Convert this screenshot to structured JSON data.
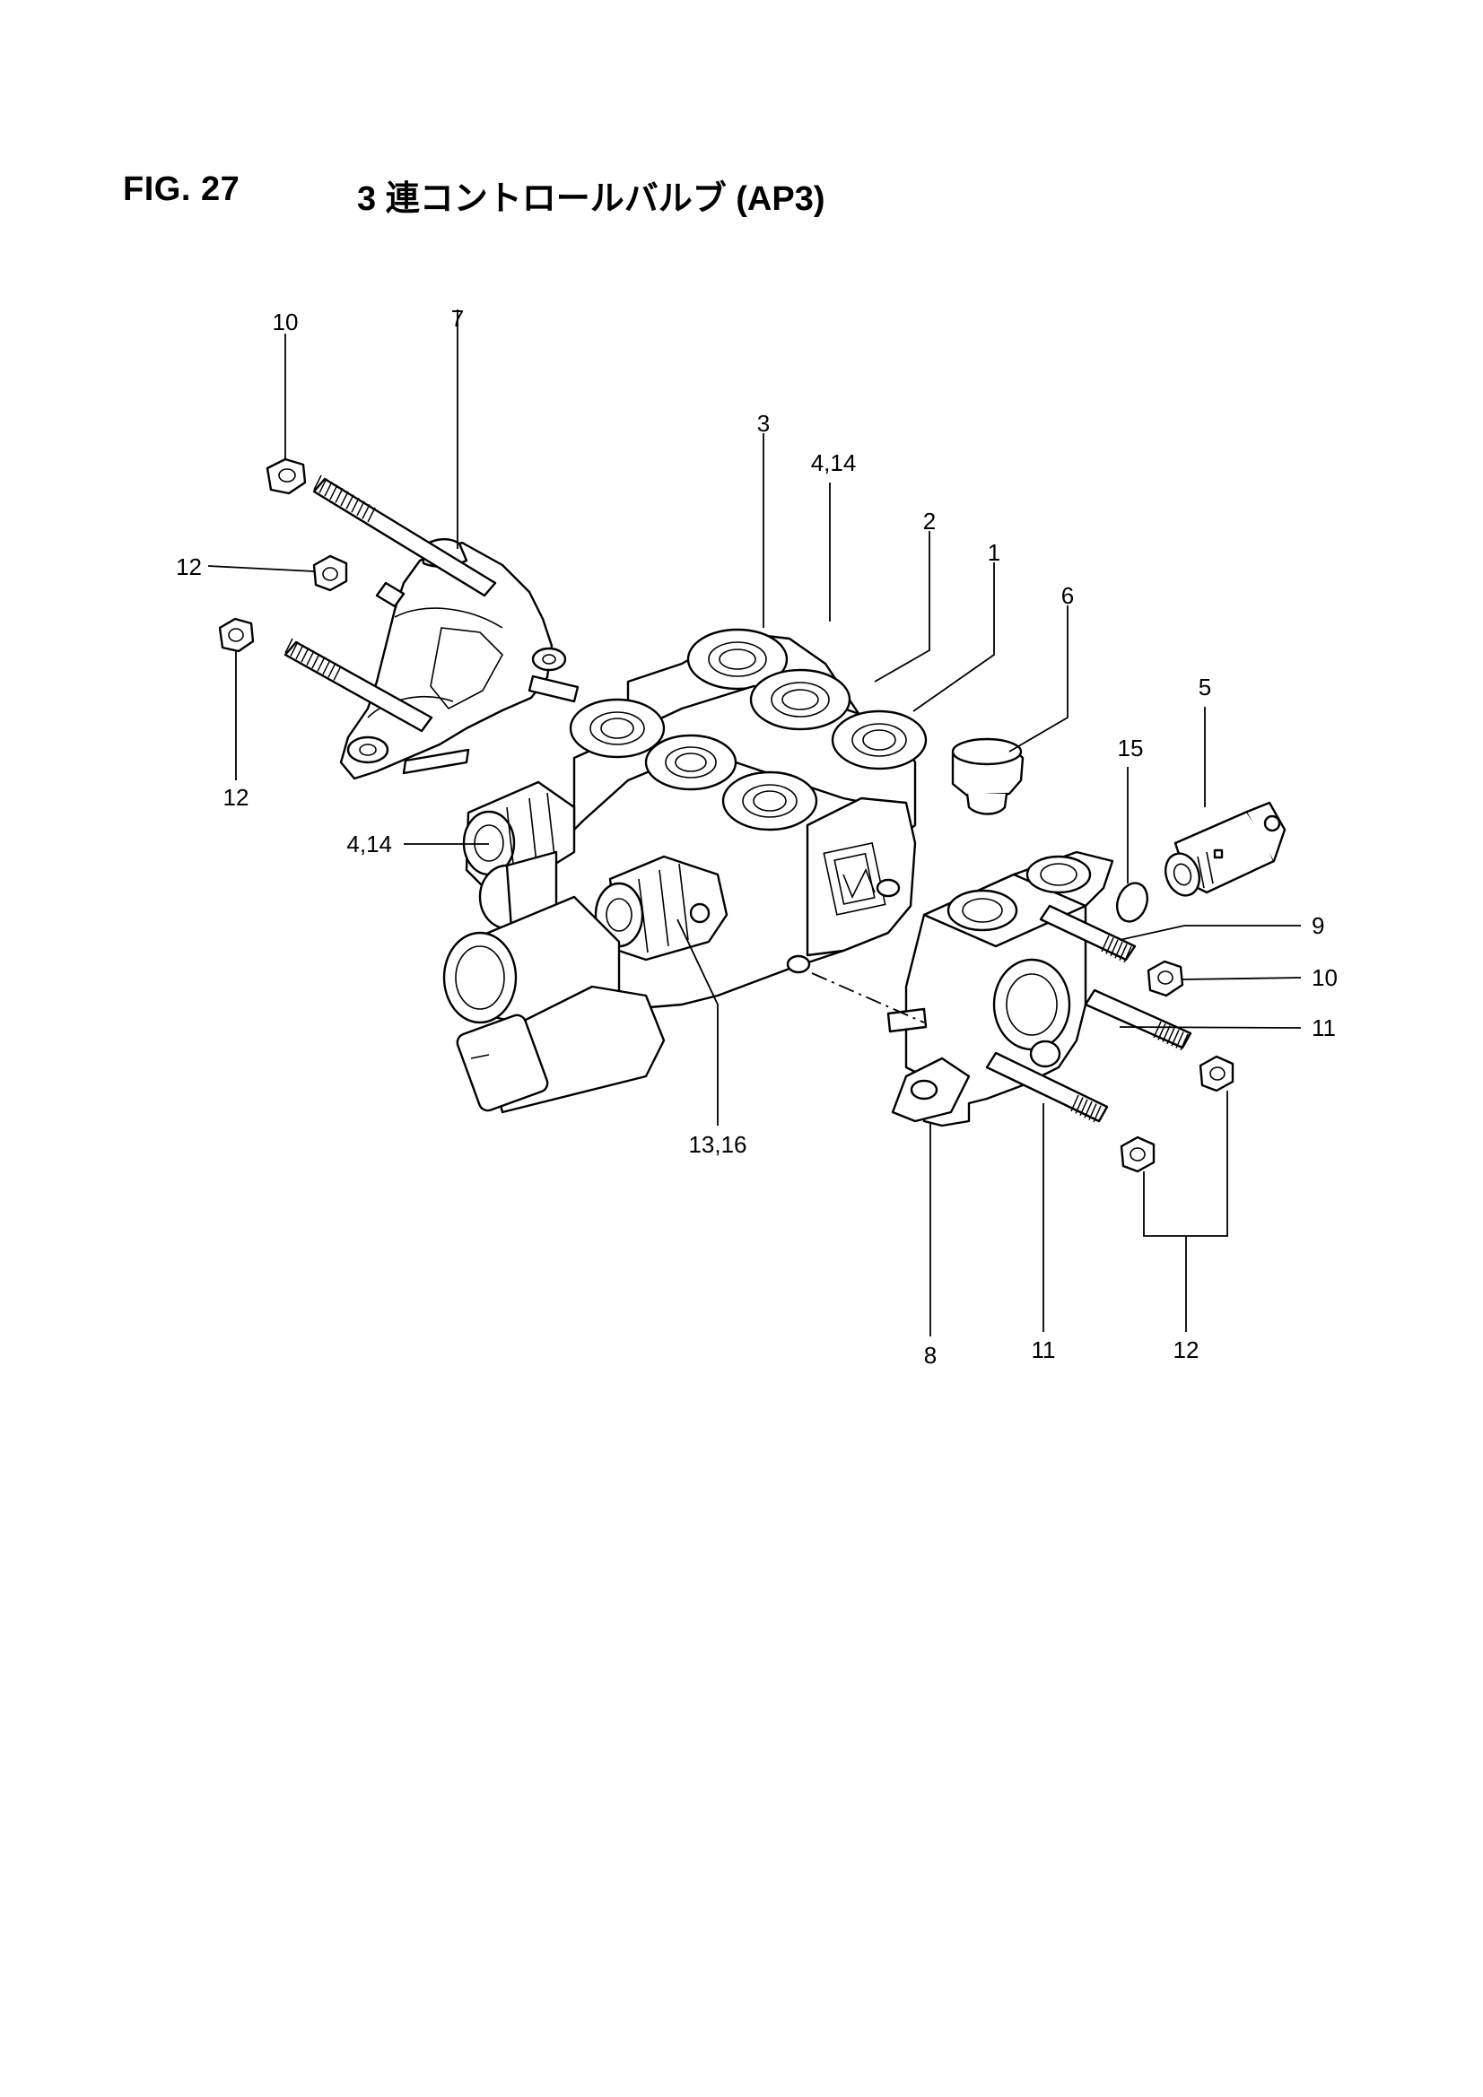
{
  "figure": {
    "number": "FIG. 27",
    "title": "3 連コントロールバルブ (AP3)"
  },
  "callouts": [
    {
      "id": "c10a",
      "text": "10"
    },
    {
      "id": "c7",
      "text": "7"
    },
    {
      "id": "c3",
      "text": "3"
    },
    {
      "id": "c414a",
      "text": "4,14"
    },
    {
      "id": "c2",
      "text": "2"
    },
    {
      "id": "c1",
      "text": "1"
    },
    {
      "id": "c12a",
      "text": "12"
    },
    {
      "id": "c6",
      "text": "6"
    },
    {
      "id": "c5",
      "text": "5"
    },
    {
      "id": "c15",
      "text": "15"
    },
    {
      "id": "c12b",
      "text": "12"
    },
    {
      "id": "c414b",
      "text": "4,14"
    },
    {
      "id": "c9",
      "text": "9"
    },
    {
      "id": "c10b",
      "text": "10"
    },
    {
      "id": "c11a",
      "text": "11"
    },
    {
      "id": "c1316",
      "text": "13,16"
    },
    {
      "id": "c8",
      "text": "8"
    },
    {
      "id": "c11b",
      "text": "11"
    },
    {
      "id": "c12c",
      "text": "12"
    }
  ]
}
